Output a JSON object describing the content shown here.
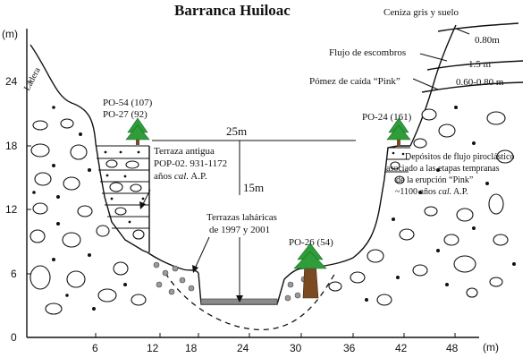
{
  "title": "Barranca Huiloac",
  "axis": {
    "y_unit": "(m)",
    "x_unit": "(m)",
    "y_ticks": [
      "0",
      "6",
      "12",
      "18",
      "24"
    ],
    "x_ticks": [
      "6",
      "12",
      "18",
      "24",
      "30",
      "36",
      "42",
      "48"
    ]
  },
  "labels": {
    "ladera": "Ladera",
    "ceniza": "Ceniza gris y suelo",
    "flujo_escombros": "Flujo de escombros",
    "pomez": "Pómez de caída “Pink”",
    "th_080": "0.80m",
    "th_15": "1.5 m",
    "th_060": "0.60-0.80 m",
    "po54": "PO-54 (107)",
    "po27": "PO-27 (92)",
    "po24": "PO-24 (161)",
    "po26": "PO-26 (54)",
    "width": "25m",
    "depth": "15m",
    "terraza_1": "Terraza antigua",
    "terraza_2": "POP-02. 931-1172",
    "terraza_3_a": "años ",
    "terraza_3_b": "cal.",
    "terraza_3_c": " A.P.",
    "lahar_1": "Terrazas laháricas",
    "lahar_2": "de 1997 y 2001",
    "dep_1": "Depósitos de flujo piroclástico",
    "dep_2": "asociado a las etapas tempranas",
    "dep_3": "de la erupción “Pink”",
    "dep_4_a": "~1100 años ",
    "dep_4_b": "cal.",
    "dep_4_c": " A.P."
  },
  "colors": {
    "tree_green": "#2e9d3a",
    "trunk_brown": "#7a4a22",
    "channel_grey": "#8a8a8a",
    "pebble_grey": "#9a9a9a"
  }
}
